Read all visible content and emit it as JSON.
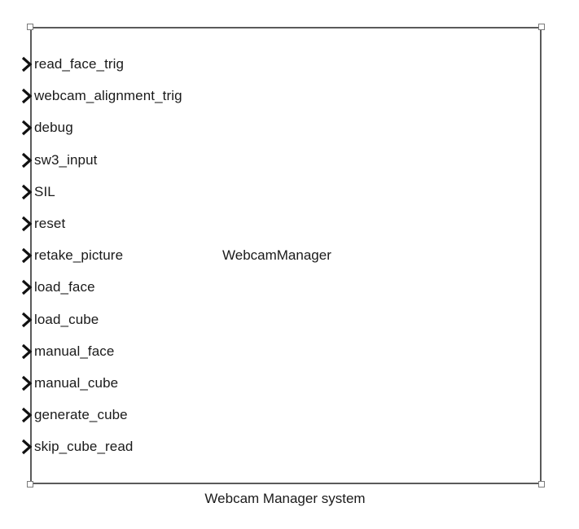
{
  "block": {
    "name": "WebcamManager",
    "caption": "Webcam Manager system",
    "ports": [
      {
        "label": "read_face_trig"
      },
      {
        "label": "webcam_alignment_trig"
      },
      {
        "label": "debug"
      },
      {
        "label": "sw3_input"
      },
      {
        "label": "SIL"
      },
      {
        "label": "reset"
      },
      {
        "label": "retake_picture"
      },
      {
        "label": "load_face"
      },
      {
        "label": "load_cube"
      },
      {
        "label": "manual_face"
      },
      {
        "label": "manual_cube"
      },
      {
        "label": "generate_cube"
      },
      {
        "label": "skip_cube_read"
      }
    ]
  }
}
